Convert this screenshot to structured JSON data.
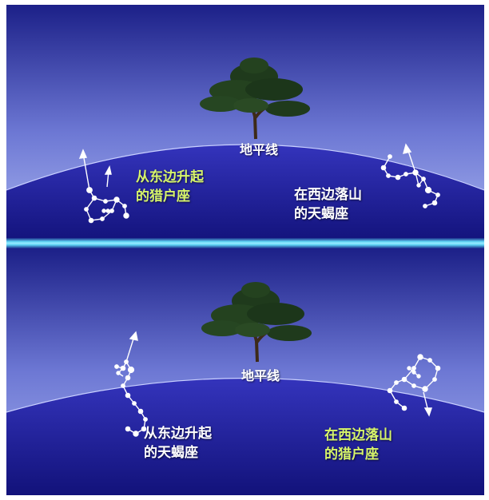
{
  "colors": {
    "sky_top": "#1c2088",
    "sky_bottom": "#9aa6e8",
    "ground_top": "#3030b8",
    "ground_bottom": "#12127a",
    "divider": "#5fd6f5",
    "label_white": "#ffffff",
    "label_green": "#d7f56a",
    "star": "#ffffff",
    "tree": "#1f3a1c"
  },
  "top_panel": {
    "horizon_label": "地平线",
    "left_label": {
      "line1": "从东边升起",
      "line2": "的猎户座"
    },
    "right_label": {
      "line1": "在西边落山",
      "line2": "的天蝎座"
    }
  },
  "bottom_panel": {
    "horizon_label": "地平线",
    "left_label": {
      "line1": "从东边升起",
      "line2": "的天蝎座"
    },
    "right_label": {
      "line1": "在西边落山",
      "line2": "的猎户座"
    }
  }
}
